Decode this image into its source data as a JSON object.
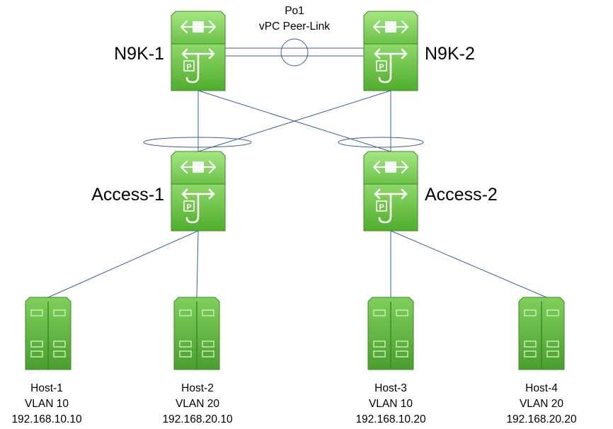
{
  "peer_link": {
    "name": "Po1",
    "description": "vPC Peer-Link"
  },
  "switches": [
    {
      "id": "n9k1",
      "label": "N9K-1",
      "role": "core"
    },
    {
      "id": "n9k2",
      "label": "N9K-2",
      "role": "core"
    },
    {
      "id": "acc1",
      "label": "Access-1",
      "role": "access"
    },
    {
      "id": "acc2",
      "label": "Access-2",
      "role": "access"
    }
  ],
  "hosts": [
    {
      "id": "h1",
      "name": "Host-1",
      "vlan": "VLAN 10",
      "ip": "192.168.10.10",
      "uplink": "acc1"
    },
    {
      "id": "h2",
      "name": "Host-2",
      "vlan": "VLAN 20",
      "ip": "192.168.20.10",
      "uplink": "acc1"
    },
    {
      "id": "h3",
      "name": "Host-3",
      "vlan": "VLAN 10",
      "ip": "192.168.10.20",
      "uplink": "acc2"
    },
    {
      "id": "h4",
      "name": "Host-4",
      "vlan": "VLAN 20",
      "ip": "192.168.20.20",
      "uplink": "acc2"
    }
  ],
  "links": [
    {
      "from": "n9k1",
      "to": "acc1"
    },
    {
      "from": "n9k1",
      "to": "acc2"
    },
    {
      "from": "n9k2",
      "to": "acc1"
    },
    {
      "from": "n9k2",
      "to": "acc2"
    },
    {
      "from": "acc1",
      "to": "h1"
    },
    {
      "from": "acc1",
      "to": "h2"
    },
    {
      "from": "acc2",
      "to": "h3"
    },
    {
      "from": "acc2",
      "to": "h4"
    }
  ],
  "colors": {
    "device_green": "#6cc24a",
    "device_green_light": "#9fe07e",
    "link_blue": "#3e5c9a"
  }
}
